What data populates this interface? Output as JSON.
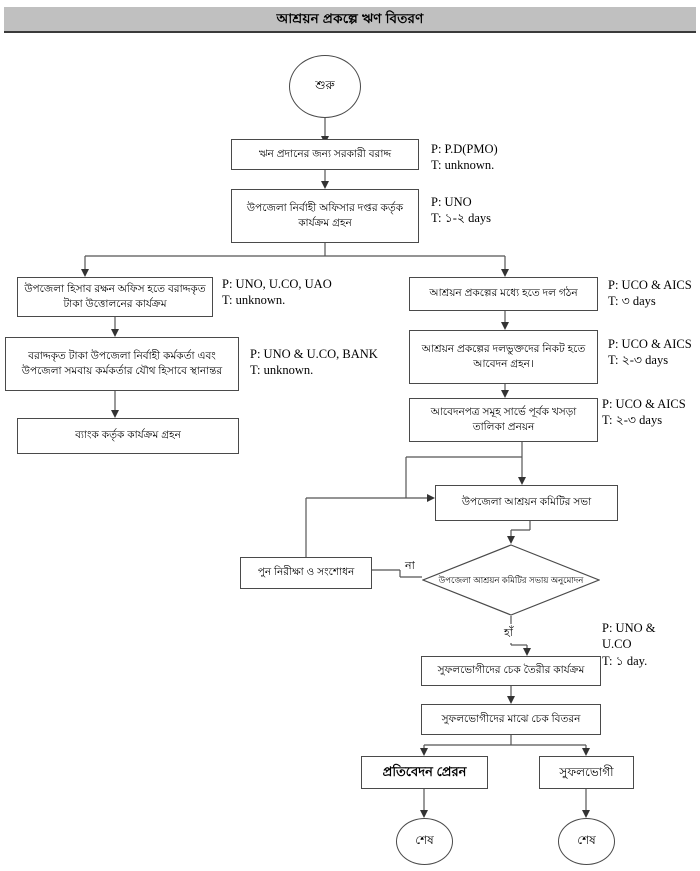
{
  "header": {
    "title": "আশ্রয়ন প্রকল্পে ঋণ বিতরণ"
  },
  "nodes": {
    "start": "শুরু",
    "govt_allocation": "ঋন প্রদানের জন্য সরকারী বরাদ্দ",
    "uno_office": "উপজেলা নির্বাহী অফিসার দপ্তর কর্তৃক কার্যক্রম গ্রহন",
    "accounts_office": "উপজেলা হিসাব রক্ষন অফিস হতে বরাদ্দকৃত টাকা উত্তোলনের কার্যক্রম",
    "joint_account": "বরাদ্দকৃত টাকা উপজেলা নির্বাহী কর্মকর্তা এবং উপজেলা সমবায় কর্মকর্তার যৌথ হিসাবে স্থানান্তর",
    "bank_action": "ব্যাংক কর্তৃক কার্যক্রম গ্রহন",
    "group_formation": "আশ্রয়ন প্রকল্পের মধ্যে হতে দল গঠন",
    "applications": "আশ্রয়ন প্রকল্পের দলভুক্তদের নিকট হতে আবেদন গ্রহন।",
    "draft_list": "আবেদনপত্র সমূহ সার্ভে পূর্বক খসড়া তালিকা প্রনয়ন",
    "committee_meeting": "উপজেলা আশ্রয়ন কমিটির সভা",
    "decision": "উপজেলা আশ্রয়ন কমিটির সভায় অনুমোদন",
    "review_revise": "পুন নিরীক্ষা ও সংশোধন",
    "cheque_prepare": "সুফলভোগীদের চেক তৈরীর কার্যক্রম",
    "cheque_distribute": "সুফলভোগীদের মাঝে চেক বিতরন",
    "report_send": "প্রতিবেদন প্রেরন",
    "beneficiary": "সুফলভোগী",
    "end_left": "শেষ",
    "end_right": "শেষ"
  },
  "edge_labels": {
    "no": "না",
    "yes": "হাঁ"
  },
  "annotations": {
    "govt_allocation": "P: P.D(PMO)\nT: unknown.",
    "uno_office": "P: UNO\nT: ১-২ days",
    "accounts_office": "P: UNO, U.CO, UAO\nT: unknown.",
    "joint_account": "P: UNO & U.CO, BANK\nT: unknown.",
    "group_formation": "P: UCO & AICS\nT: ৩ days",
    "applications": "P: UCO & AICS\nT: ২-৩ days",
    "draft_list": "P: UCO & AICS\nT: ২-৩ days",
    "cheque_prepare": "P: UNO &\nU.CO\nT: ১ day."
  },
  "colors": {
    "title_bar": "#c0c0c0",
    "border": "#4a4a4a",
    "edge": "#555555",
    "background": "#ffffff"
  }
}
